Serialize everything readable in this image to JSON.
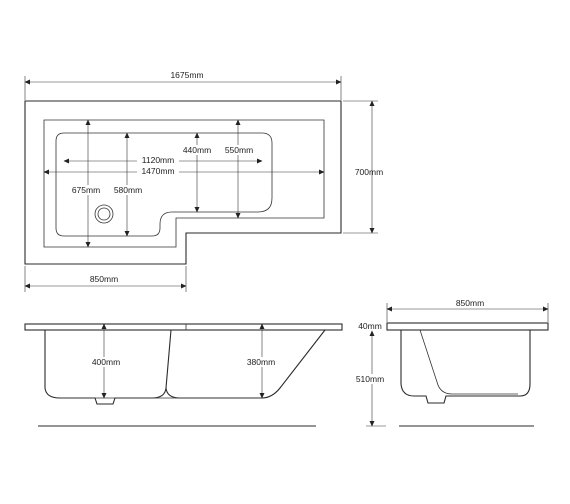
{
  "dimensions": {
    "total_length": "1675mm",
    "width": "700mm",
    "inner_1120": "1120mm",
    "inner_1470": "1470mm",
    "depth_440": "440mm",
    "depth_550": "550mm",
    "depth_675": "675mm",
    "depth_580": "580mm",
    "narrow_width": "850mm",
    "side_400": "400mm",
    "side_380": "380mm",
    "end_width": "850mm",
    "rim_40": "40mm",
    "height_510": "510mm"
  }
}
